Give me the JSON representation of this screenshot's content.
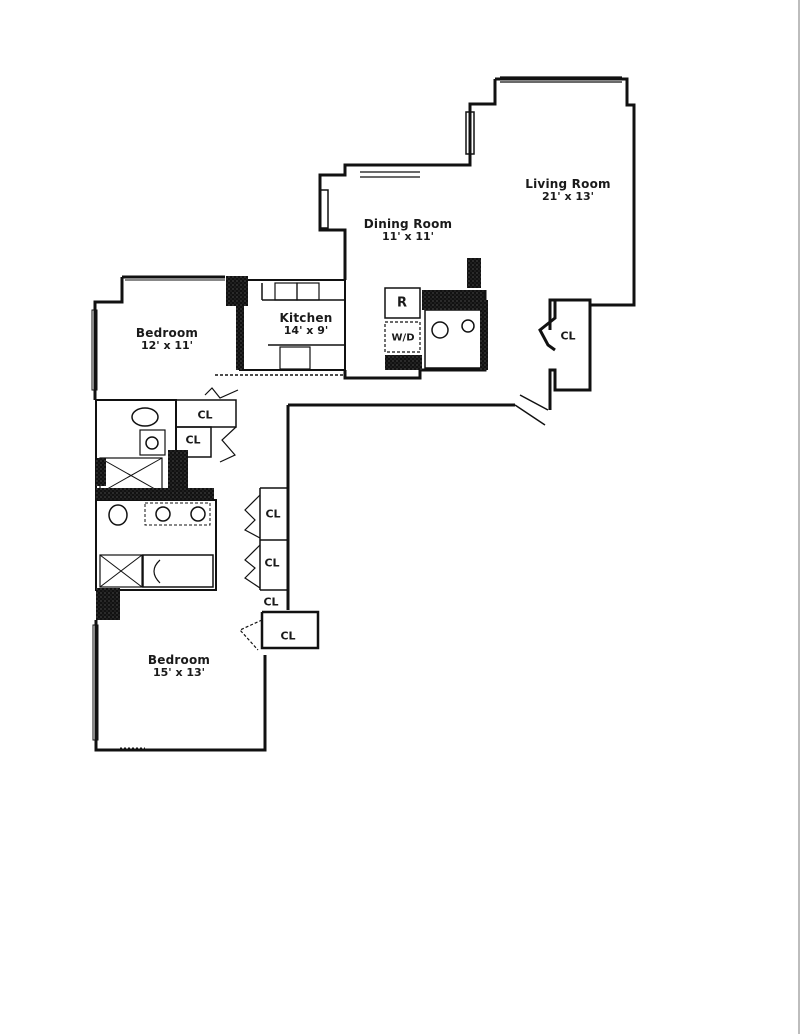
{
  "plan": {
    "rooms": [
      {
        "id": "living-room",
        "name": "Living Room",
        "dimensions": "21' x 13'"
      },
      {
        "id": "dining-room",
        "name": "Dining Room",
        "dimensions": "11' x 11'"
      },
      {
        "id": "kitchen",
        "name": "Kitchen",
        "dimensions": "14' x 9'"
      },
      {
        "id": "bedroom-1",
        "name": "Bedroom",
        "dimensions": "12' x 11'"
      },
      {
        "id": "bedroom-2",
        "name": "Bedroom",
        "dimensions": "15' x 13'"
      }
    ],
    "closets": [
      {
        "id": "cl-living",
        "label": "CL"
      },
      {
        "id": "cl-bed1-a",
        "label": "CL"
      },
      {
        "id": "cl-bed1-b",
        "label": "CL"
      },
      {
        "id": "cl-hall-1",
        "label": "CL"
      },
      {
        "id": "cl-hall-2",
        "label": "CL"
      },
      {
        "id": "cl-hall-3",
        "label": "CL"
      },
      {
        "id": "cl-bed2",
        "label": "CL"
      }
    ],
    "fixtures": {
      "refrigerator": "R",
      "washer_dryer": "W/D"
    },
    "colors": {
      "wall": "#111111",
      "background": "#ffffff",
      "text": "#1a1a1a"
    }
  }
}
